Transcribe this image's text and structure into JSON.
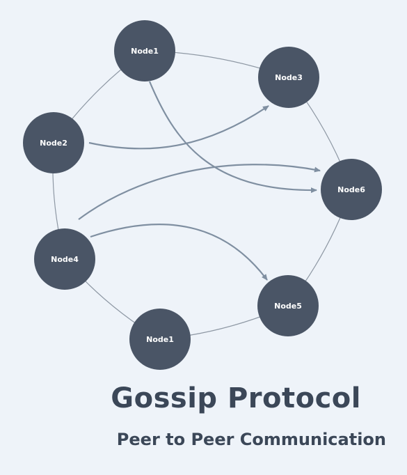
{
  "title": "Gossip Protocol",
  "subtitle": "Peer to Peer Communication",
  "colors": {
    "background": "#eef3f9",
    "node_fill": "#4a5566",
    "node_text": "#ffffff",
    "ring": "#8e98a4",
    "arrow": "#7f8fa1",
    "title": "#3b4758"
  },
  "nodes": [
    {
      "id": "n1",
      "label": "Node1"
    },
    {
      "id": "n3",
      "label": "Node3"
    },
    {
      "id": "n6",
      "label": "Node6"
    },
    {
      "id": "n5",
      "label": "Node5"
    },
    {
      "id": "n1b",
      "label": "Node1"
    },
    {
      "id": "n4",
      "label": "Node4"
    },
    {
      "id": "n2",
      "label": "Node2"
    }
  ],
  "messages": [
    {
      "from": "n2",
      "to": "n3"
    },
    {
      "from": "n1",
      "to": "n6"
    },
    {
      "from": "n4",
      "to": "n6"
    },
    {
      "from": "n4",
      "to": "n5"
    }
  ]
}
